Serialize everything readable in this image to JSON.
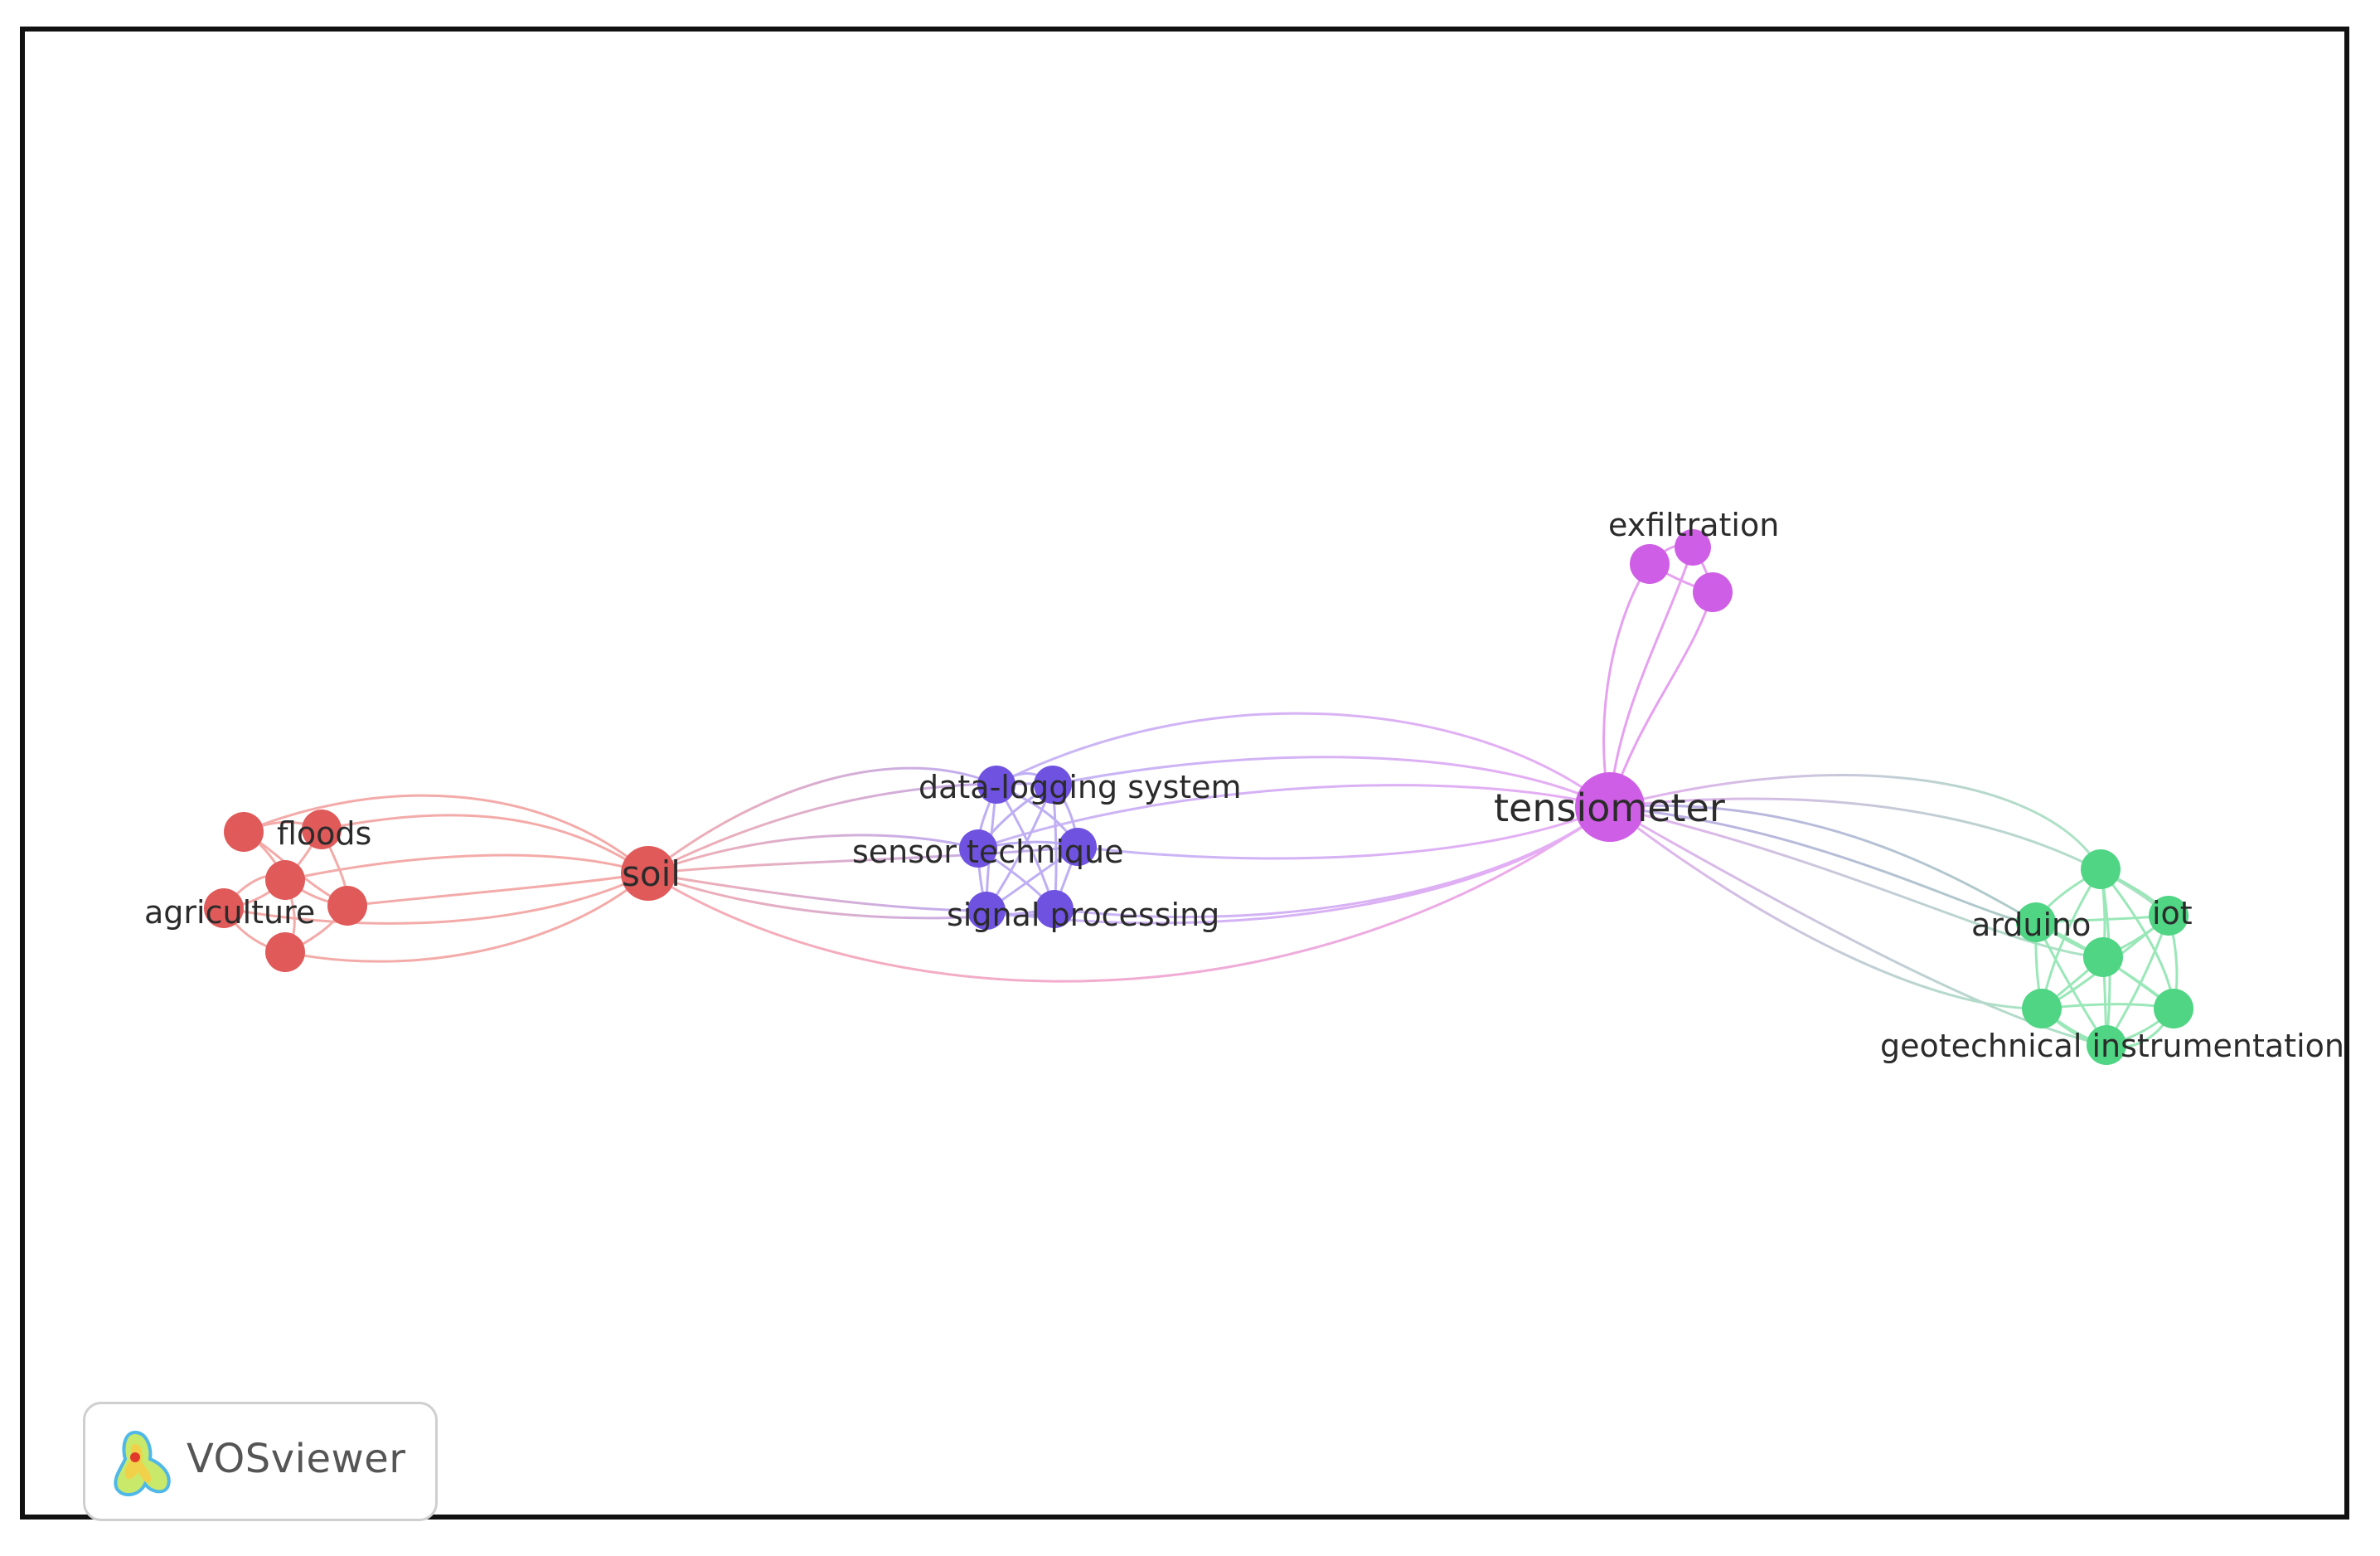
{
  "brand": {
    "name": "VOSviewer"
  },
  "colors": {
    "red_cluster": "#e05a5a",
    "purple_cluster": "#6f52e0",
    "magenta_cluster": "#cf5ee6",
    "green_cluster": "#4fd583"
  },
  "labels": {
    "floods": "floods",
    "agriculture": "agriculture",
    "soil": "soil",
    "data_logging_system": "data-logging system",
    "sensor_technique": "sensor technique",
    "signal_processing": "signal processing",
    "tensiometer": "tensiometer",
    "exfiltration": "exfiltration",
    "arduino": "arduino",
    "iot": "iot",
    "geotechnical_instrumentation": "geotechnical instrumentation"
  }
}
